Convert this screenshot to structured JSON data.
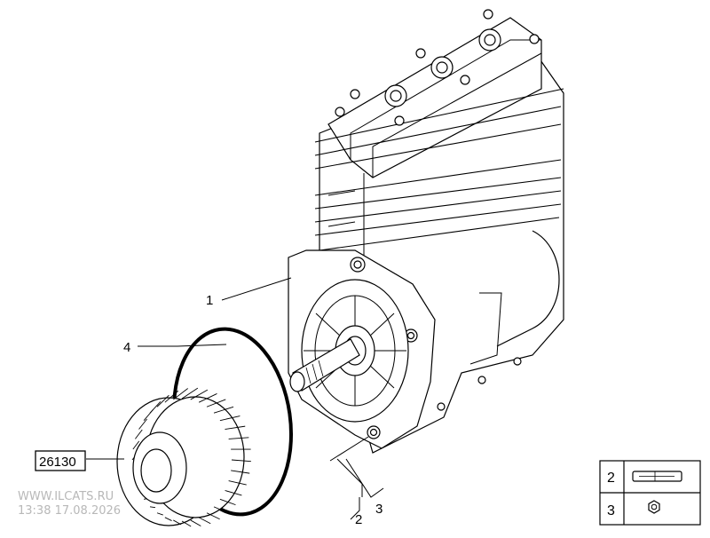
{
  "callouts": [
    {
      "id": "1",
      "label": "1"
    },
    {
      "id": "4",
      "label": "4"
    },
    {
      "id": "2",
      "label": "2"
    },
    {
      "id": "3",
      "label": "3"
    }
  ],
  "reference_box": {
    "label": "26130"
  },
  "watermark": {
    "line1": "WWW.ILCATS.RU",
    "line2": "13:38 17.08.2026"
  },
  "legend": [
    {
      "number": "2",
      "icon": "pin-icon"
    },
    {
      "number": "3",
      "icon": "nut-icon"
    }
  ]
}
